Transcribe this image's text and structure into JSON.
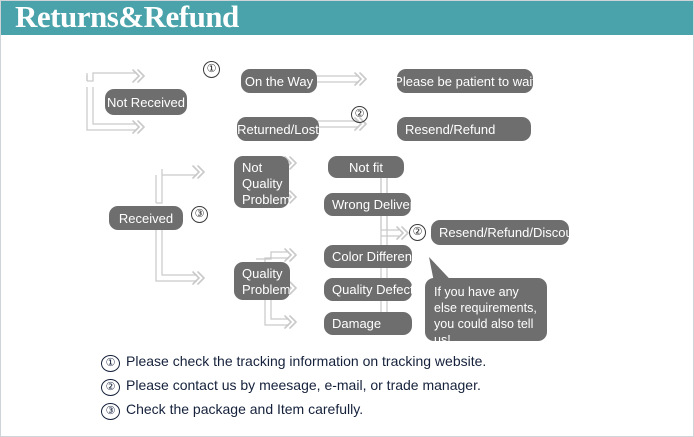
{
  "header": {
    "title": "Returns&Refund",
    "background_color": "#4aa3aa",
    "text_color": "#ffffff"
  },
  "theme": {
    "node_fill": "#6e6e6e",
    "node_text": "#ffffff",
    "connector": "#c9c9c9",
    "note_text": "#15213b"
  },
  "flow": {
    "nodes": {
      "not_received": "Not Received",
      "on_the_way": "On the Way",
      "returned_lost": "Returned/Lost",
      "please_wait": "Please be patient to wait",
      "resend_refund": "Resend/Refund",
      "received": "Received",
      "not_quality_problem": "Not\nQuality\nProblem",
      "quality_problem": "Quality\nProblem",
      "not_fit": "Not fit",
      "wrong_delivery": "Wrong Delivery",
      "color_difference": "Color Difference",
      "quality_defect": "Quality Defect",
      "damage": "Damage",
      "resend_refund_discount": "Resend/Refund/Discount"
    },
    "markers": {
      "m1": "①",
      "m2a": "②",
      "m3": "③",
      "m2b": "②"
    },
    "callout": "If you have any else requirements, you could also tell us!"
  },
  "notes": [
    {
      "num": "①",
      "text": "Please check the tracking information on tracking website."
    },
    {
      "num": "②",
      "text": "Please contact us by meesage, e-mail, or trade manager."
    },
    {
      "num": "③",
      "text": "Check the package and Item carefully."
    }
  ]
}
